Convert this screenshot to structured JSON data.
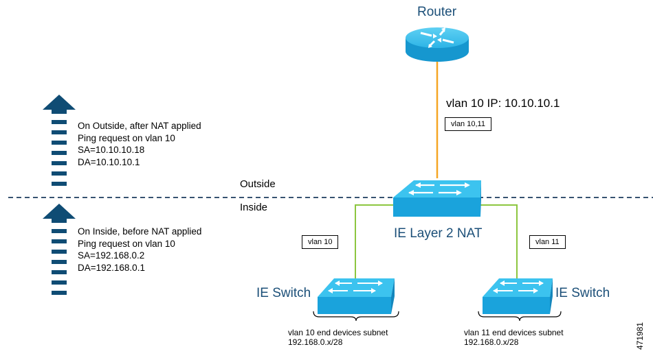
{
  "router": {
    "label": "Router"
  },
  "vlan_ip": "vlan 10 IP: 10.10.10.1",
  "trunk_label": "vlan 10,11",
  "zones": {
    "outside": "Outside",
    "inside": "Inside"
  },
  "nat_switch": {
    "label": "IE Layer 2 NAT"
  },
  "left_switch": {
    "label": "IE Switch",
    "vlan": "vlan 10",
    "subnet_line1": "vlan 10 end devices subnet",
    "subnet_line2": "192.168.0.x/28"
  },
  "right_switch": {
    "label": "IE Switch",
    "vlan": "vlan 11",
    "subnet_line1": "vlan 11 end devices subnet",
    "subnet_line2": "192.168.0.x/28"
  },
  "outside_note": {
    "line1": "On Outside, after NAT applied",
    "line2": "Ping request on vlan 10",
    "line3": "SA=10.10.10.18",
    "line4": "DA=10.10.10.1"
  },
  "inside_note": {
    "line1": "On Inside, before NAT applied",
    "line2": "Ping request on vlan 10",
    "line3": "SA=192.168.0.2",
    "line4": "DA=192.168.0.1"
  },
  "figure_id": "471981",
  "colors": {
    "device_blue": "#1aa3dc",
    "device_top": "#3cc3ef",
    "link_orange": "#f5a623",
    "link_green": "#8cc63f",
    "arrow_navy": "#0f4c74",
    "text_blue": "#1b4f78"
  }
}
